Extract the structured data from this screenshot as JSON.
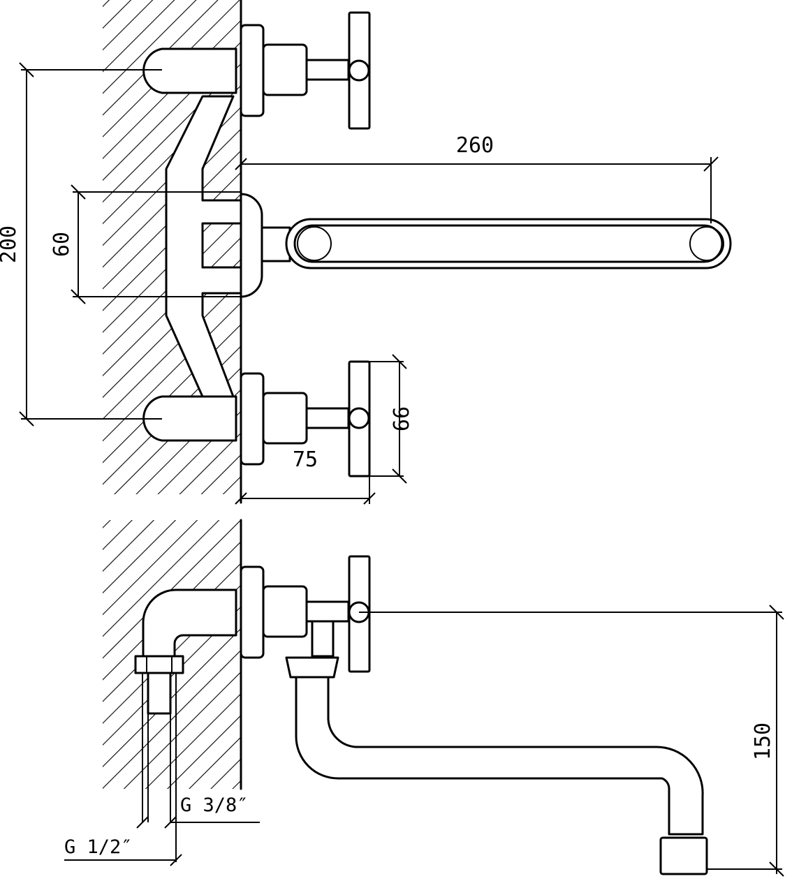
{
  "top_view": {
    "dimensions": {
      "spout_length": "260",
      "height_total": "200",
      "body_height": "60",
      "handle_height": "66",
      "handle_depth": "75"
    }
  },
  "side_view": {
    "dimensions": {
      "spout_drop": "150",
      "thread_small": "G 3/8″",
      "thread_large": "G 1/2″"
    }
  }
}
